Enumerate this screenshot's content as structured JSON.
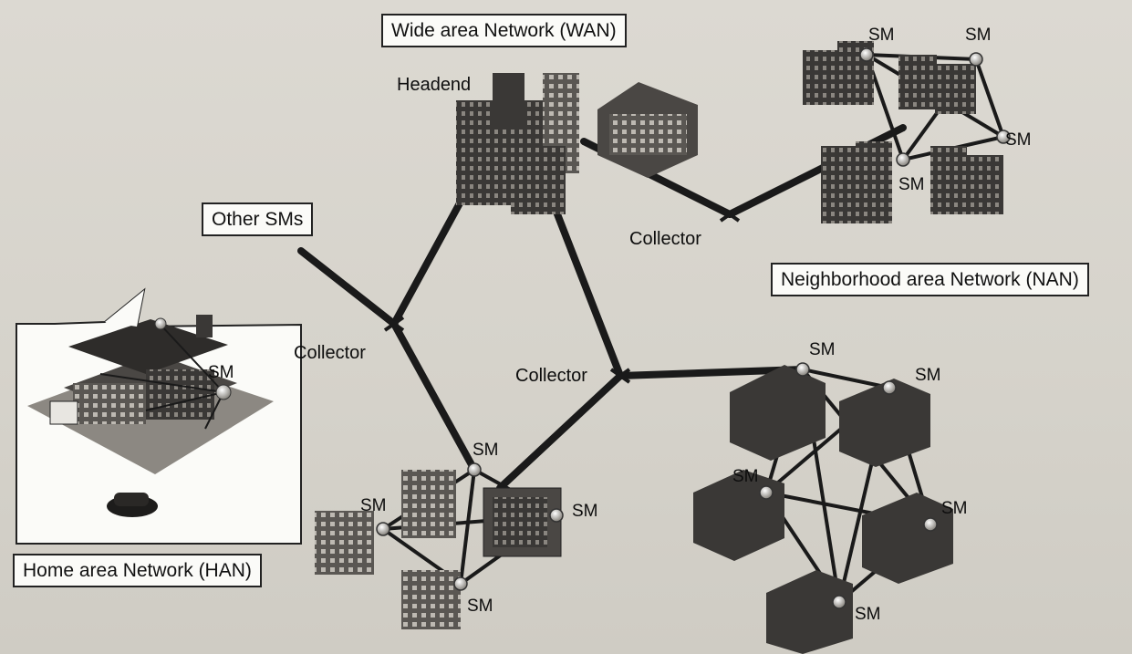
{
  "labels": {
    "wan": "Wide area Network (WAN)",
    "nan": "Neighborhood area Network (NAN)",
    "han": "Home area Network (HAN)",
    "other_sms": "Other SMs",
    "headend": "Headend",
    "collector_nan": "Collector",
    "collector_left": "Collector",
    "collector_center": "Collector"
  },
  "sm_label": "SM",
  "colors": {
    "link": "#1a1a1a",
    "building": "#3a3836",
    "building_light": "#6b6864",
    "box_fill": "#fbfbf8"
  }
}
